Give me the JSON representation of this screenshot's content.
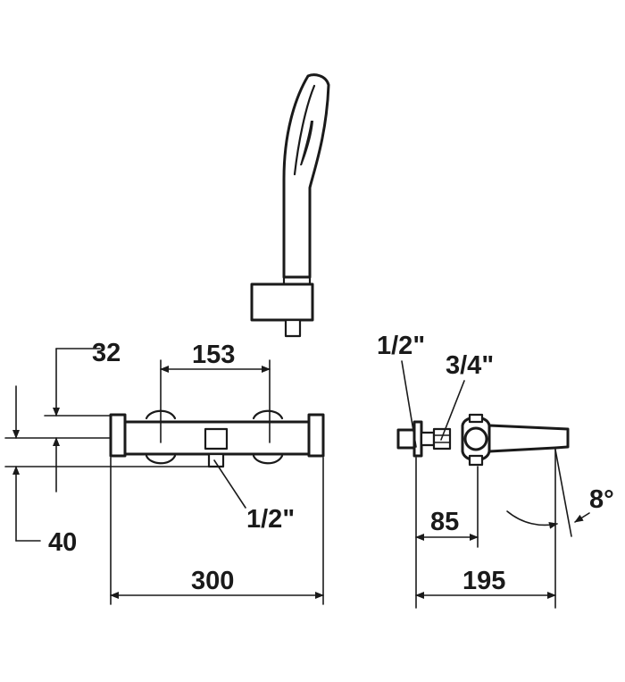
{
  "dimensions": {
    "d32": "32",
    "d153": "153",
    "d40": "40",
    "d300": "300",
    "thread_front": "1/2\"",
    "thread_side_a": "1/2\"",
    "thread_side_b": "3/4\"",
    "d85": "85",
    "d195": "195",
    "angle": "8°"
  },
  "colors": {
    "line": "#1a1a1a",
    "background": "#ffffff"
  }
}
